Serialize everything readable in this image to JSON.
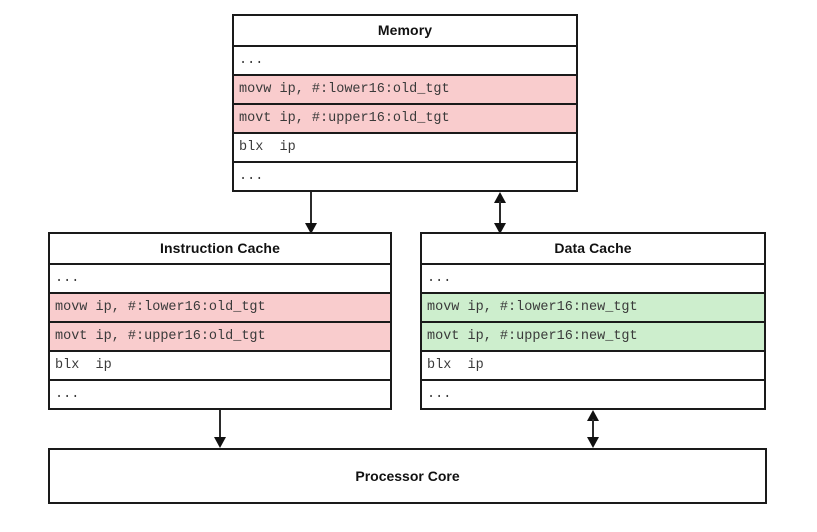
{
  "diagram": {
    "title_memory": "Memory",
    "title_icache": "Instruction Cache",
    "title_dcache": "Data Cache",
    "title_core": "Processor Core",
    "colors": {
      "highlight_pink": "#f9cccd",
      "highlight_green": "#cdeecd",
      "stroke": "#1a1a1a",
      "background": "#ffffff"
    },
    "memory": {
      "title": "Memory",
      "rows": [
        {
          "text": "...",
          "highlight": "none"
        },
        {
          "text": "movw ip, #:lower16:old_tgt",
          "highlight": "pink"
        },
        {
          "text": "movt ip, #:upper16:old_tgt",
          "highlight": "pink"
        },
        {
          "text": "blx  ip",
          "highlight": "none"
        },
        {
          "text": "...",
          "highlight": "none"
        }
      ]
    },
    "instruction_cache": {
      "title": "Instruction Cache",
      "rows": [
        {
          "text": "...",
          "highlight": "none"
        },
        {
          "text": "movw ip, #:lower16:old_tgt",
          "highlight": "pink"
        },
        {
          "text": "movt ip, #:upper16:old_tgt",
          "highlight": "pink"
        },
        {
          "text": "blx  ip",
          "highlight": "none"
        },
        {
          "text": "...",
          "highlight": "none"
        }
      ]
    },
    "data_cache": {
      "title": "Data Cache",
      "rows": [
        {
          "text": "...",
          "highlight": "none"
        },
        {
          "text": "movw ip, #:lower16:new_tgt",
          "highlight": "green"
        },
        {
          "text": "movt ip, #:upper16:new_tgt",
          "highlight": "green"
        },
        {
          "text": "blx  ip",
          "highlight": "none"
        },
        {
          "text": "...",
          "highlight": "none"
        }
      ]
    },
    "processor_core": {
      "title": "Processor Core"
    },
    "connections": [
      {
        "name": "memory-to-instruction-cache",
        "from": "Memory",
        "to": "Instruction Cache",
        "direction": "down"
      },
      {
        "name": "memory-to-data-cache",
        "from": "Memory",
        "to": "Data Cache",
        "direction": "both"
      },
      {
        "name": "instruction-cache-to-core",
        "from": "Instruction Cache",
        "to": "Processor Core",
        "direction": "down"
      },
      {
        "name": "data-cache-to-core",
        "from": "Data Cache",
        "to": "Processor Core",
        "direction": "both"
      }
    ]
  }
}
